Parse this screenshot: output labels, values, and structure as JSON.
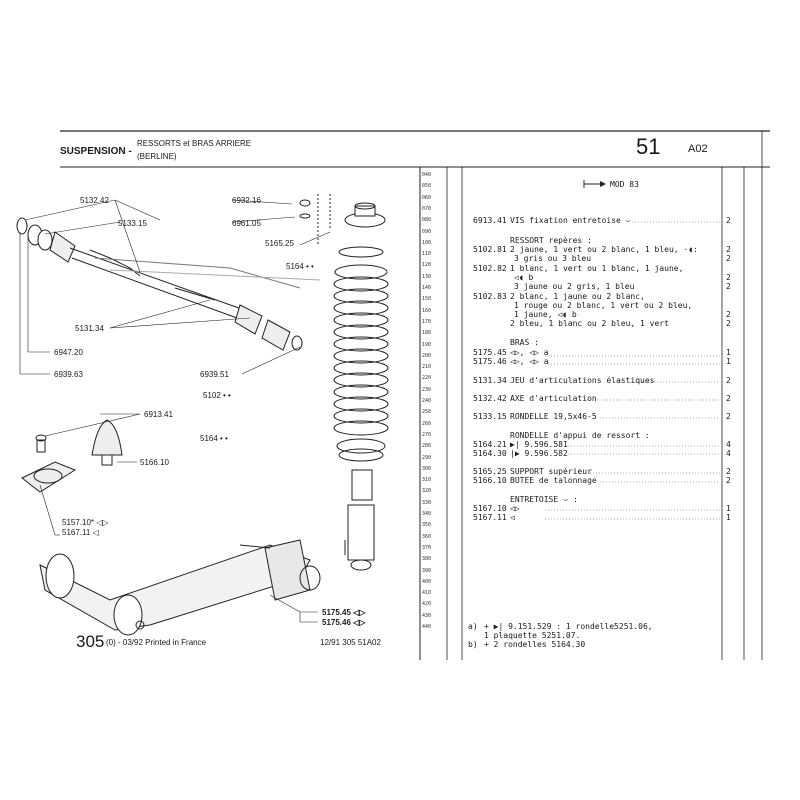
{
  "header": {
    "title": "SUSPENSION -",
    "subtitle_line1": "RESSORTS et BRAS ARRIERE",
    "subtitle_line2": "(BERLINE)",
    "page_number": "51",
    "page_code": "A02"
  },
  "mod_note": "MOD 83",
  "row_numbers": [
    "040",
    "050",
    "060",
    "070",
    "080",
    "090",
    "100",
    "110",
    "120",
    "130",
    "140",
    "150",
    "160",
    "170",
    "180",
    "190",
    "200",
    "210",
    "220",
    "230",
    "240",
    "250",
    "260",
    "270",
    "280",
    "290",
    "300",
    "310",
    "320",
    "330",
    "340",
    "350",
    "360",
    "370",
    "380",
    "390",
    "400",
    "410",
    "420",
    "430",
    "440"
  ],
  "parts": {
    "p6913": {
      "ref": "6913.41",
      "desc": "VIS fixation entretoise",
      "qty": "2"
    },
    "ressort_head": "RESSORT repères :",
    "p510281": {
      "ref": "5102.81",
      "line1": "2 jaune, 1 vert ou 2 blanc, 1 bleu,",
      "line2": "3 gris ou 3 bleu",
      "qty1": "2",
      "qty2": "2"
    },
    "p510282": {
      "ref": "5102.82",
      "line1": "1 blanc, 1 vert ou 1 blanc, 1 jaune,",
      "line2": "b",
      "line3": "3 jaune ou 2 gris, 1 bleu",
      "qty1": "2",
      "qty2": "2"
    },
    "p510283": {
      "ref": "5102.83",
      "line1": "2 blanc, 1 jaune ou 2 blanc,",
      "line2": "1 rouge ou 2 blanc, 1 vert ou 2 bleu,",
      "line3": "1 jaune,",
      "line3b": "b",
      "line4": "2 bleu, 1 blanc ou 2 bleu, 1 vert",
      "qty1": "2",
      "qty2": "2"
    },
    "bras_head": "BRAS :",
    "p517545": {
      "ref": "5175.45",
      "desc": "a",
      "qty": "1"
    },
    "p517546": {
      "ref": "5175.46",
      "desc": "a",
      "qty": "1"
    },
    "p513134": {
      "ref": "5131.34",
      "desc": "JEU d'articulations élastiques",
      "qty": "2"
    },
    "p513242": {
      "ref": "5132.42",
      "desc": "AXE d'articulation",
      "qty": "2"
    },
    "p513315": {
      "ref": "5133.15",
      "desc": "RONDELLE 19,5x46-5",
      "qty": "2"
    },
    "rondelle_head": "RONDELLE d'appui de ressort :",
    "p516421": {
      "ref": "5164.21",
      "desc": "9.596.581",
      "qty": "4"
    },
    "p516430": {
      "ref": "5164.30",
      "desc": "9.596.582",
      "qty": "4"
    },
    "p516525": {
      "ref": "5165.25",
      "desc": "SUPPORT supérieur",
      "qty": "2"
    },
    "p516610": {
      "ref": "5166.10",
      "desc": "BUTEE de talonnage",
      "qty": "2"
    },
    "entretoise_head": "ENTRETOISE",
    "p516710": {
      "ref": "5167.10",
      "qty": "1"
    },
    "p516711": {
      "ref": "5167.11",
      "qty": "1"
    }
  },
  "footnotes": {
    "a_label": "a)",
    "a_line1": "9.151.529 : 1 rondelle5251.06,",
    "a_line2": "1 plaquette 5251.07.",
    "b_label": "b)",
    "b_line1": "2 rondelles 5164.30"
  },
  "callouts": {
    "c513242": "5132.42",
    "c513315": "5133.15",
    "c693216": "6932.16",
    "c696105": "6961.05",
    "c516525": "5165.25",
    "c5164a": "5164",
    "c513134": "5131.34",
    "c694720": "6947.20",
    "c693963": "6939.63",
    "c693951": "6939.51",
    "c5102": "5102",
    "c5164b": "5164",
    "c691341": "6913.41",
    "c516610": "5166.10",
    "c515710": "5157.10",
    "c516711": "5167.11",
    "c517545": "5175.45",
    "c517546": "5175.46"
  },
  "footer": {
    "big": "305",
    "rest": "(0) - 03/92 Printed in France",
    "code": "12/91  305  51A02"
  }
}
